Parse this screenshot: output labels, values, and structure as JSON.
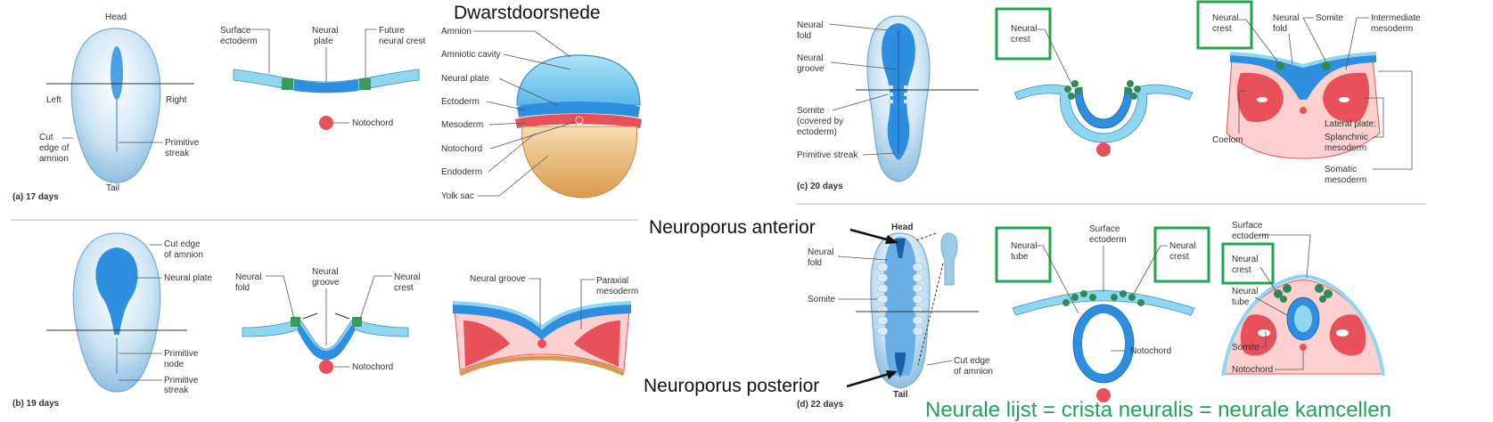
{
  "colors": {
    "embryo_blue": "#2e8fe0",
    "ectoderm_light": "#8fd6f0",
    "mesoderm_red": "#e8515a",
    "crest_green": "#2e8b57",
    "highlight_green": "#1fa64f",
    "yolk": "#e8b46e",
    "note_green": "#21a35a"
  },
  "panel_a": {
    "caption": "(a) 17 days",
    "head": "Head",
    "tail": "Tail",
    "left": "Left",
    "right": "Right",
    "cut_edge": [
      "Cut",
      "edge of",
      "amnion"
    ],
    "primitive_streak": [
      "Primitive",
      "streak"
    ],
    "surface_ectoderm": [
      "Surface",
      "ectoderm"
    ],
    "neural_plate": [
      "Neural",
      "plate"
    ],
    "future_crest": [
      "Future",
      "neural crest"
    ],
    "notochord": "Notochord"
  },
  "section": {
    "title": "Dwarstdoorsnede",
    "labels": [
      "Amnion",
      "Amniotic cavity",
      "Neural plate",
      "Ectoderm",
      "Mesoderm",
      "Notochord",
      "Endoderm",
      "Yolk sac"
    ]
  },
  "panel_b": {
    "caption": "(b) 19 days",
    "cut_edge": [
      "Cut edge",
      "of amnion"
    ],
    "neural_plate": "Neural plate",
    "primitive_node": [
      "Primitive",
      "node"
    ],
    "primitive_streak": [
      "Primitive",
      "streak"
    ],
    "neural_fold": [
      "Neural",
      "fold"
    ],
    "neural_groove": [
      "Neural",
      "groove"
    ],
    "neural_crest": [
      "Neural",
      "crest"
    ],
    "notochord": "Notochord",
    "neural_groove_r": "Neural groove",
    "paraxial": [
      "Paraxial",
      "mesoderm"
    ]
  },
  "panel_c": {
    "caption": "(c) 20 days",
    "neural_fold": [
      "Neural",
      "fold"
    ],
    "neural_groove": [
      "Neural",
      "groove"
    ],
    "somite": [
      "Somite",
      "(covered by",
      "ectoderm)"
    ],
    "primitive_streak": "Primitive streak",
    "neural_crest": [
      "Neural",
      "crest"
    ],
    "neural_crest2": [
      "Neural",
      "crest"
    ],
    "neural_fold2": [
      "Neural",
      "fold"
    ],
    "somite2": "Somite",
    "intermediate": [
      "Intermediate",
      "mesoderm"
    ],
    "coelom": "Coelom",
    "lateral_plate": "Lateral plate:",
    "splanchnic": [
      "Splanchnic",
      "mesoderm"
    ],
    "somatic": [
      "Somatic",
      "mesoderm"
    ]
  },
  "panel_d": {
    "caption": "(d) 22 days",
    "head": "Head",
    "tail": "Tail",
    "neural_fold": [
      "Neural",
      "fold"
    ],
    "somite": "Somite",
    "cut_edge": [
      "Cut edge",
      "of amnion"
    ],
    "neural_tube": [
      "Neural",
      "tube"
    ],
    "surface_ectoderm": [
      "Surface",
      "ectoderm"
    ],
    "neural_crest": [
      "Neural",
      "crest"
    ],
    "notochord": "Notochord",
    "surface_ectoderm2": [
      "Surface",
      "ectoderm"
    ],
    "neural_crest2": [
      "Neural",
      "crest"
    ],
    "neural_tube2": [
      "Neural",
      "tube"
    ],
    "somite2": "Somite",
    "notochord2": "Notochord"
  },
  "annotations": {
    "np_anterior": "Neuroporus anterior",
    "np_posterior": "Neuroporus posterior",
    "footnote": "Neurale lijst = crista neuralis = neurale kamcellen"
  }
}
